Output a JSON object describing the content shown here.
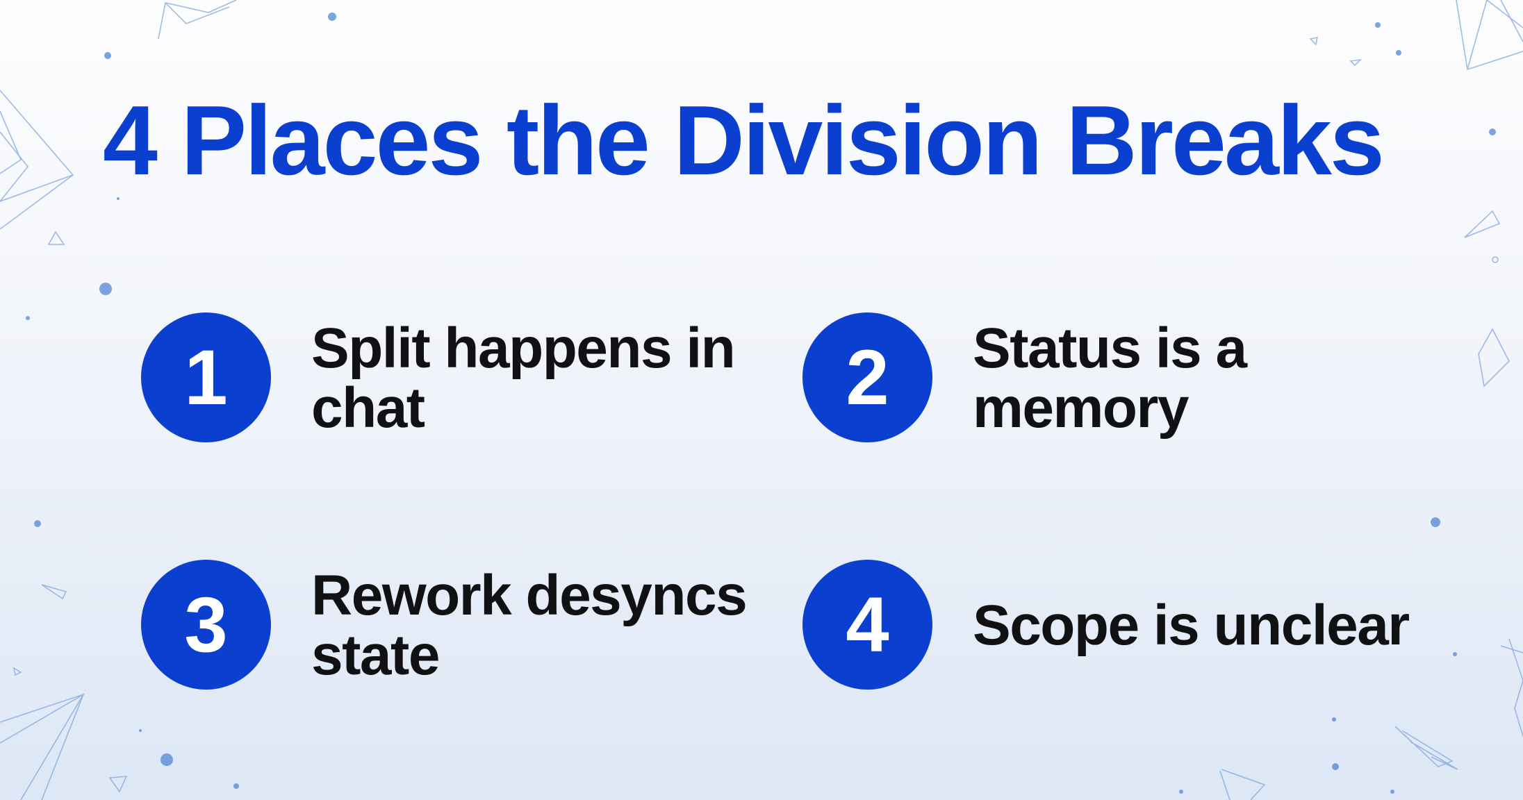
{
  "title": "4 Places the Division Breaks",
  "colors": {
    "accent": "#0b3fd0",
    "text": "#111114",
    "badge_text": "#ffffff",
    "decor": "#5b8dd6"
  },
  "items": [
    {
      "number": "1",
      "text": "Split happens in chat"
    },
    {
      "number": "2",
      "text": "Status is a memory"
    },
    {
      "number": "3",
      "text": "Rework desyncs state"
    },
    {
      "number": "4",
      "text": "Scope is unclear"
    }
  ]
}
